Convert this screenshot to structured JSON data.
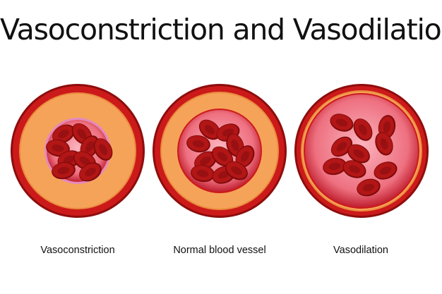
{
  "title": "Vasoconstriction and Vasodilation",
  "colors": {
    "outer_wall": "#cc1a1a",
    "outer_wall_dark": "#8e0d0d",
    "muscle_layer": "#f6a35a",
    "muscle_layer_edge": "#ea8c3e",
    "lumen": "#ee7080",
    "lumen_center": "#fbb4be",
    "lumen_rim": "#c02030",
    "constricted_lining": "#e58abd",
    "red_blood_cell": "#b31616",
    "red_blood_cell_dark": "#7e0a0a",
    "red_blood_cell_center": "#960f12"
  },
  "panels": [
    {
      "id": "vasoconstriction",
      "label": "Vasoconstriction",
      "lumen_size": "narrow",
      "muscle_layer": "thick",
      "red_blood_cells": 9
    },
    {
      "id": "normal",
      "label": "Normal blood vessel",
      "lumen_size": "medium",
      "muscle_layer": "medium",
      "red_blood_cells": 10
    },
    {
      "id": "vasodilation",
      "label": "Vasodilation",
      "lumen_size": "wide",
      "muscle_layer": "thin",
      "red_blood_cells": 10
    }
  ]
}
